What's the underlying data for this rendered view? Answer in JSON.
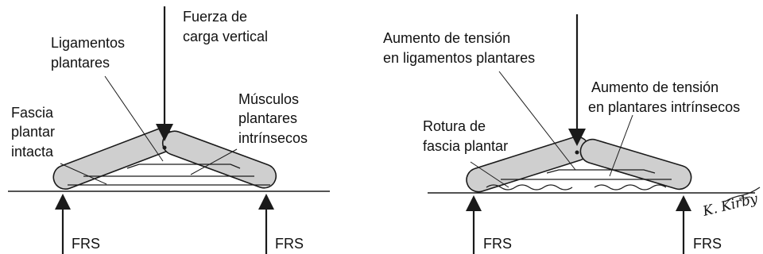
{
  "colors": {
    "bone_fill": "#cfcfcf",
    "stroke": "#1a1a1a",
    "background": "#ffffff"
  },
  "left_panel": {
    "load_label": [
      "Fuerza de",
      "carga vertical"
    ],
    "ligaments_label": [
      "Ligamentos",
      "plantares"
    ],
    "fascia_label": [
      "Fascia",
      "plantar",
      "intacta"
    ],
    "muscles_label": [
      "Músculos",
      "plantares",
      "intrínsecos"
    ],
    "frs_left": "FRS",
    "frs_right": "FRS"
  },
  "right_panel": {
    "ligament_tension_label": [
      "Aumento de tensión",
      "en ligamentos plantares"
    ],
    "muscle_tension_label": [
      "Aumento de tensión",
      "en plantares intrínsecos"
    ],
    "rupture_label": [
      "Rotura de",
      "fascia plantar"
    ],
    "frs_left": "FRS",
    "frs_right": "FRS"
  },
  "signature": "K. Kirby"
}
